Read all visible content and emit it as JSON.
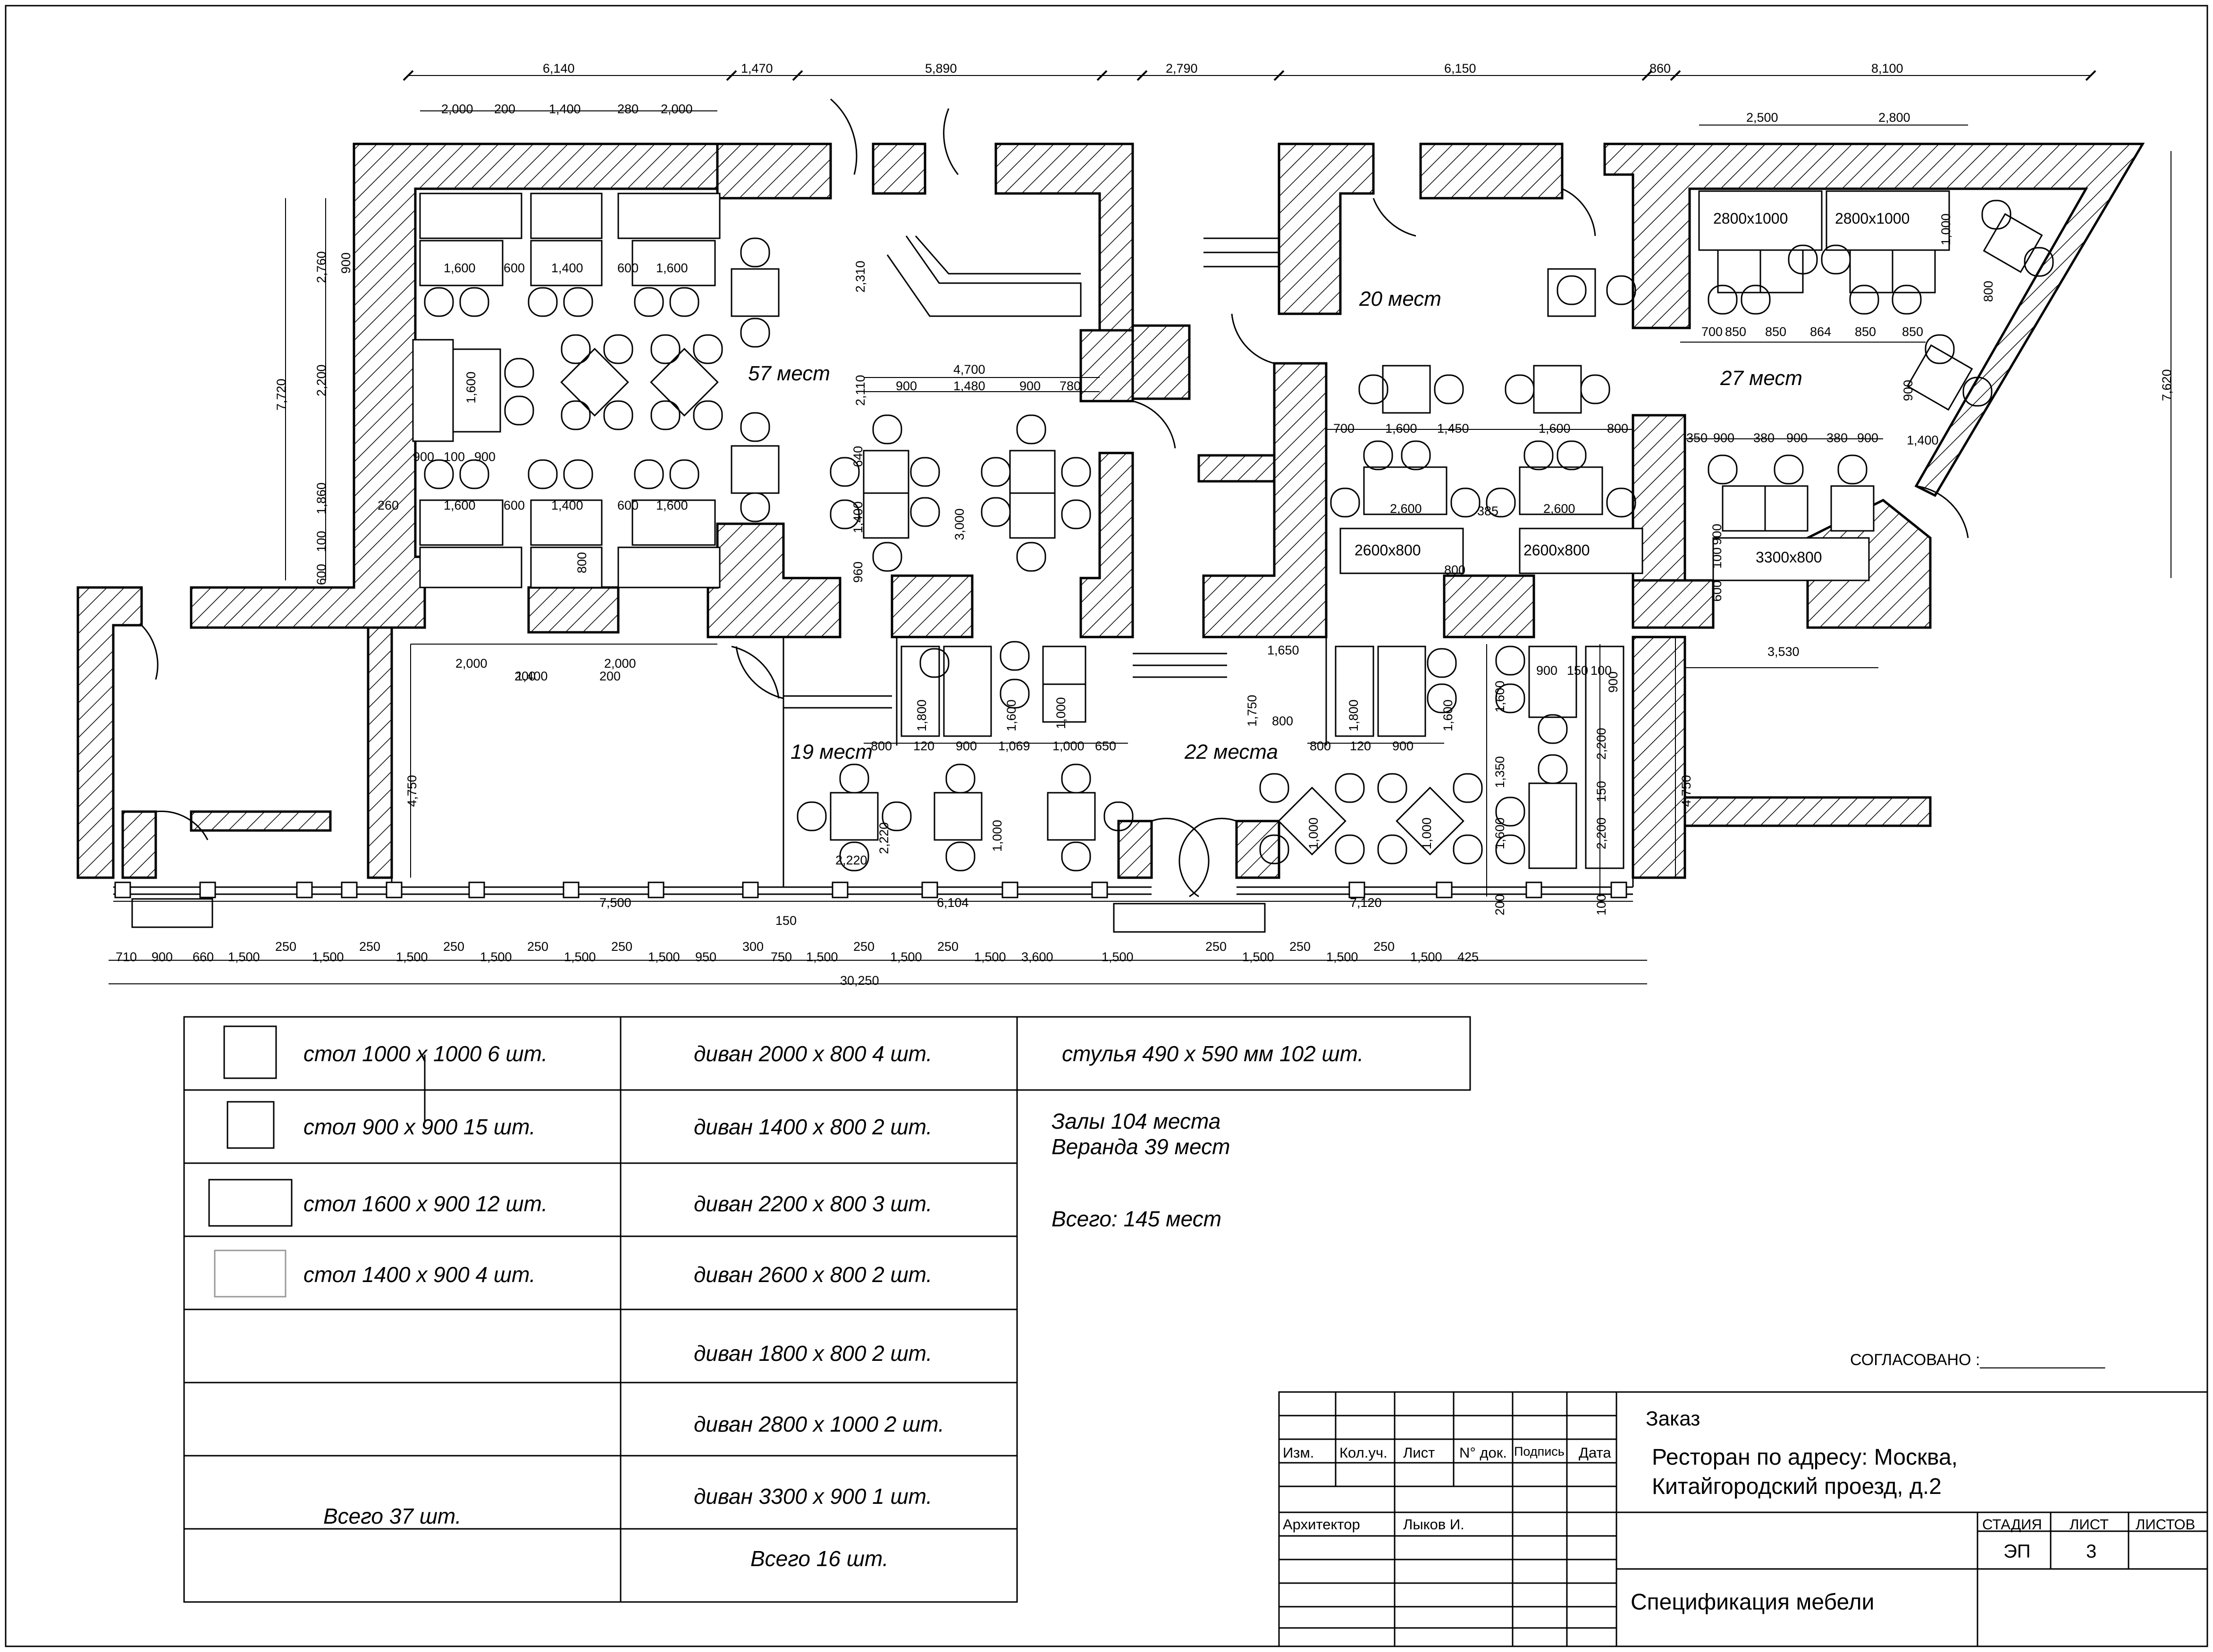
{
  "colors": {
    "ink": "#000000",
    "paper": "#ffffff",
    "wall_hatch": "#000000"
  },
  "halls": [
    {
      "label": "57 мест"
    },
    {
      "label": "20 мест"
    },
    {
      "label": "27 мест"
    },
    {
      "label": "19 мест"
    },
    {
      "label": "22 места"
    }
  ],
  "furniture_labels": {
    "sofa_2800_a": "2800х1000",
    "sofa_2800_b": "2800х1000",
    "sofa_2600_a": "2600х800",
    "sofa_2600_b": "2600х800",
    "sofa_3300": "3300х800"
  },
  "dimensions": {
    "top_row1": [
      "6,140",
      "1,470",
      "5,890",
      "2,790",
      "6,150",
      "860",
      "8,100"
    ],
    "top_row2_left": [
      "2,000",
      "200",
      "1,400",
      "280",
      "2,000"
    ],
    "top_row2_right": [
      "2,500",
      "2,800"
    ],
    "bottom_row1": [
      "7,500",
      "150",
      "6,104",
      "7,120"
    ],
    "bottom_row2": [
      "710",
      "900",
      "660",
      "1,500",
      "250",
      "1,500",
      "250",
      "1,500",
      "250",
      "1,500",
      "250",
      "1,500",
      "250",
      "1,500",
      "950",
      "300",
      "750",
      "1,500",
      "250",
      "1,500",
      "250",
      "1,500",
      "3,600",
      "1,500",
      "250",
      "1,500",
      "250",
      "1,500",
      "250",
      "1,500",
      "425"
    ],
    "total": "30,250",
    "left_total": "7,720",
    "right_total": "7,620",
    "left_parts": [
      "2,760",
      "2,200",
      "1,860",
      "100",
      "600"
    ],
    "misc_left_hall": [
      "1,600",
      "600",
      "1,400",
      "600",
      "1,600",
      "900",
      "100",
      "900",
      "260",
      "1,600",
      "600",
      "1,400",
      "600",
      "1,600",
      "1,600",
      "900",
      "800"
    ],
    "misc_center": [
      "2,310",
      "2,110",
      "4,700",
      "900",
      "1,480",
      "900",
      "780",
      "640",
      "1,400",
      "3,000",
      "960"
    ],
    "misc_right": [
      "700",
      "1,600",
      "1,450",
      "1,600",
      "800",
      "2,600",
      "385",
      "2,600",
      "800",
      "350",
      "900",
      "380",
      "900",
      "380",
      "900",
      "900",
      "100",
      "600",
      "700",
      "850",
      "850",
      "864",
      "850",
      "850",
      "1,000",
      "800",
      "900",
      "1,400",
      "3,530"
    ],
    "misc_veranda_left": [
      "2,000",
      "1,400",
      "2,000",
      "200",
      "200",
      "4,750",
      "1,800",
      "1,600",
      "1,000",
      "800",
      "120",
      "900",
      "1,069",
      "1,000",
      "650",
      "2,220",
      "1,000",
      "2,220"
    ],
    "misc_veranda_right": [
      "1,650",
      "1,750",
      "800",
      "1,800",
      "1,600",
      "800",
      "120",
      "900",
      "900",
      "150",
      "100",
      "900",
      "1,600",
      "2,200",
      "1,350",
      "150",
      "2,200",
      "1,600",
      "200",
      "100",
      "1,000",
      "1,000",
      "4,750"
    ]
  },
  "spec": {
    "tables": [
      {
        "label": "стол 1000 х 1000   6 шт."
      },
      {
        "label": "стол 900 х 900   15 шт."
      },
      {
        "label": "стол 1600 х 900   12 шт."
      },
      {
        "label": "стол 1400 х 900   4 шт."
      }
    ],
    "tables_total": "Всего 37 шт.",
    "sofas": [
      {
        "label": "диван 2000 х 800   4 шт."
      },
      {
        "label": "диван 1400 х 800   2 шт."
      },
      {
        "label": "диван 2200 х 800   3 шт."
      },
      {
        "label": "диван 2600 х 800   2 шт."
      },
      {
        "label": "диван 1800 х 800   2 шт."
      },
      {
        "label": "диван 2800 х 1000   2 шт."
      },
      {
        "label": "диван 3300 х 900   1 шт."
      }
    ],
    "sofas_total": "Всего 16 шт.",
    "chairs": "стулья 490 х 590 мм 102 шт.",
    "summary": {
      "halls": "Залы 104 места",
      "veranda": "Веранда 39 мест",
      "total": "Всего: 145 мест"
    }
  },
  "title_block": {
    "agreed": "СОГЛАСОВАНО :______________",
    "order": "Заказ",
    "project_line1": "Ресторан по адресу: Москва,",
    "project_line2": "Китайгородский проезд, д.2",
    "headers": [
      "Изм.",
      "Кол.уч.",
      "Лист",
      "N° док.",
      "Подпись",
      "Дата"
    ],
    "architect_role": "Архитектор",
    "architect_name": "Лыков И.",
    "stage_label": "СТАДИЯ",
    "sheet_label": "ЛИСТ",
    "sheets_label": "ЛИСТОВ",
    "stage_value": "ЭП",
    "sheet_value": "3",
    "sheet_title": "Спецификация мебели"
  }
}
